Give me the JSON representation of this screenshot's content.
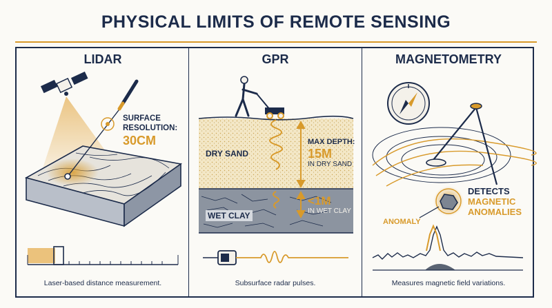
{
  "title": "PHYSICAL LIMITS OF REMOTE SENSING",
  "panels": {
    "lidar": {
      "title": "LIDAR",
      "label_line1": "SURFACE",
      "label_line2": "RESOLUTION:",
      "value": "30CM",
      "caption": "Laser-based distance measurement."
    },
    "gpr": {
      "title": "GPR",
      "dry_sand": "DRY SAND",
      "wet_clay": "WET CLAY",
      "max_depth_label": "MAX DEPTH:",
      "max_depth_value": "15M",
      "max_depth_note": "IN DRY SAND",
      "wet_value": "<1M",
      "wet_note": "IN WET CLAY",
      "caption": "Subsurface radar pulses."
    },
    "magnetometry": {
      "title": "MAGNETOMETRY",
      "detects": "DETECTS",
      "magnetic": "MAGNETIC",
      "anomalies": "ANOMALIES",
      "anomaly": "ANOMALY",
      "caption": "Measures magnetic field variations."
    }
  },
  "colors": {
    "navy": "#1c2b4a",
    "accent": "#d89a2b",
    "sand": "#f3e7c6",
    "clay": "#8c94a0",
    "background": "#fbfaf6"
  }
}
